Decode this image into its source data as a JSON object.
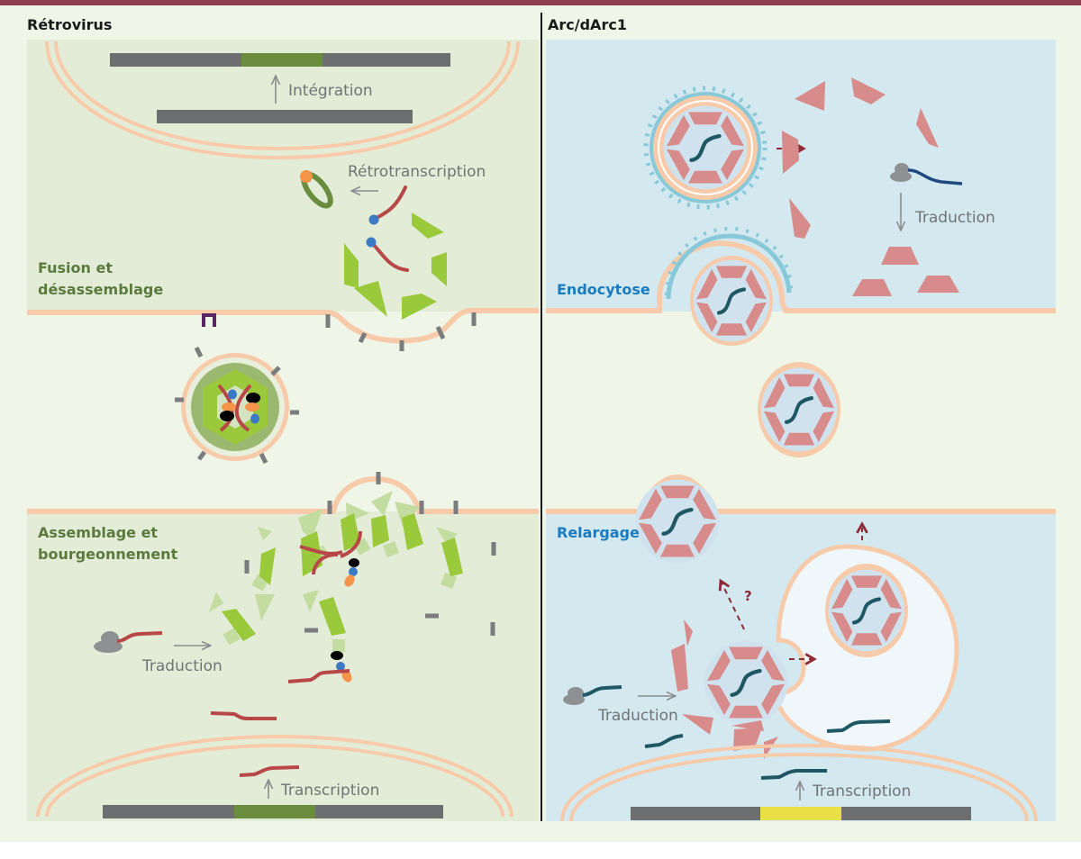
{
  "colors": {
    "top_rule": "#8e3e4e",
    "page_bg": "#eff6e8",
    "left_panel_bg": "#e3ecd7",
    "right_panel_bg": "#d4e8f0",
    "membrane": "#f7cbaa",
    "dna_bar": "#6d6e70",
    "dna_insert_retro": "#6a8c3e",
    "dna_insert_arc": "#e8e045",
    "capsid_retro": "#9ac93c",
    "capsid_retro_light": "#c3dca0",
    "capsid_arc": "#d78b8b",
    "rna_retro": "#b84848",
    "rna_arc": "#1f5865",
    "rna_arc_dark": "#1f4a80",
    "ribosome": "#8e9091",
    "glycoprotein": "#7a7c7e",
    "receptor": "#5b2463",
    "clathrin": "#87c9d8",
    "dashed_arrow": "#8e2a36",
    "label_green": "#5a7a3e",
    "label_blue": "#1a7bbf",
    "process_text": "#707476"
  },
  "panels": {
    "left": {
      "title": "Rétrovirus",
      "steps": {
        "fusion": [
          "Fusion et",
          "désassemblage"
        ],
        "assembly": [
          "Assemblage et",
          "bourgeonnement"
        ]
      },
      "processes": {
        "integration": "Intégration",
        "reverse_transcription": "Rétrotranscription",
        "translation": "Traduction",
        "transcription": "Transcription"
      }
    },
    "right": {
      "title": "Arc/dArc1",
      "steps": {
        "endocytosis": "Endocytose",
        "release": "Relargage"
      },
      "processes": {
        "translation_top": "Traduction",
        "translation_bottom": "Traduction",
        "transcription": "Transcription"
      },
      "uncertain_mark": "?"
    }
  }
}
